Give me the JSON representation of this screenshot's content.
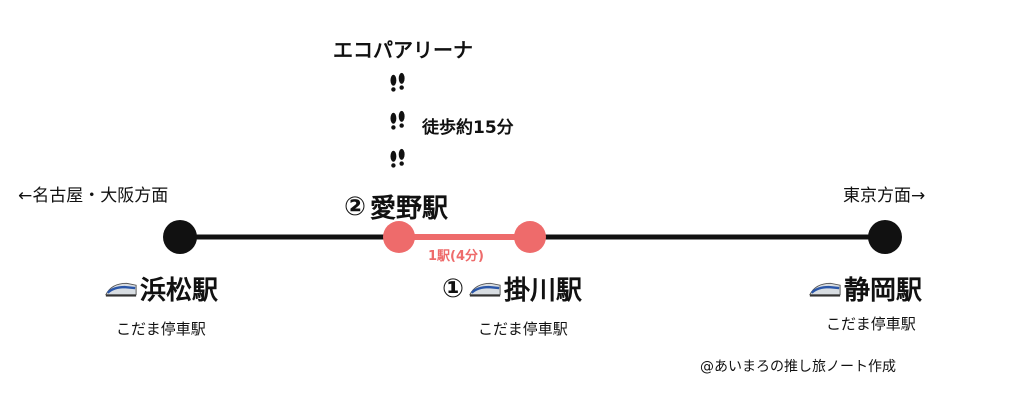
{
  "destinations": {
    "left": "←名古屋・大阪方面",
    "right": "東京方面→"
  },
  "arena": {
    "name": "エコパアリーナ",
    "walk": "徒歩約15分",
    "walk_icon": "footprints-icon"
  },
  "segment": {
    "label": "1駅(4分)",
    "color": "#ee6b6b"
  },
  "line_color": "#111111",
  "stations": [
    {
      "name": "浜松駅",
      "marker": "",
      "subtitle": "こだま停車駅",
      "icon": "shinkansen-icon"
    },
    {
      "name": "愛野駅",
      "marker": "②",
      "subtitle": "",
      "icon": ""
    },
    {
      "name": "掛川駅",
      "marker": "①",
      "subtitle": "こだま停車駅",
      "icon": "shinkansen-icon"
    },
    {
      "name": "静岡駅",
      "marker": "",
      "subtitle": "こだま停車駅",
      "icon": "shinkansen-icon"
    }
  ],
  "credit": "@あいまろの推し旅ノート作成"
}
